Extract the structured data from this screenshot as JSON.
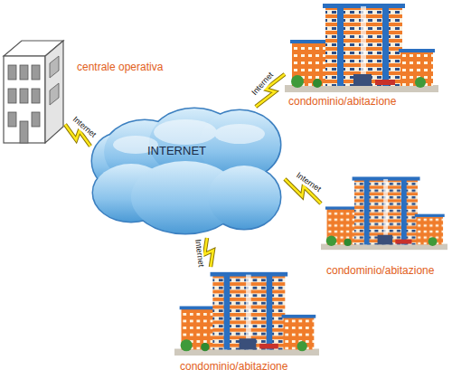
{
  "diagram": {
    "nodes": [
      {
        "text": [
          "centrale operativa"
        ]
      },
      {
        "text": [
          "condominio/abitazione"
        ]
      },
      {
        "text": [
          "INTERNET"
        ]
      },
      {
        "text": [
          "condominio/abitazione"
        ]
      },
      {
        "text": [
          "condominio/abitazione"
        ]
      }
    ],
    "edges": [
      {
        "from": 0,
        "to": 2,
        "label": "Internet",
        "arrow": "none"
      },
      {
        "from": 2,
        "to": 1,
        "label": "Internet",
        "arrow": "none"
      },
      {
        "from": 2,
        "to": 3,
        "label": "Internet",
        "arrow": "none"
      },
      {
        "from": 2,
        "to": 4,
        "label": "Internet",
        "arrow": "none"
      }
    ]
  }
}
